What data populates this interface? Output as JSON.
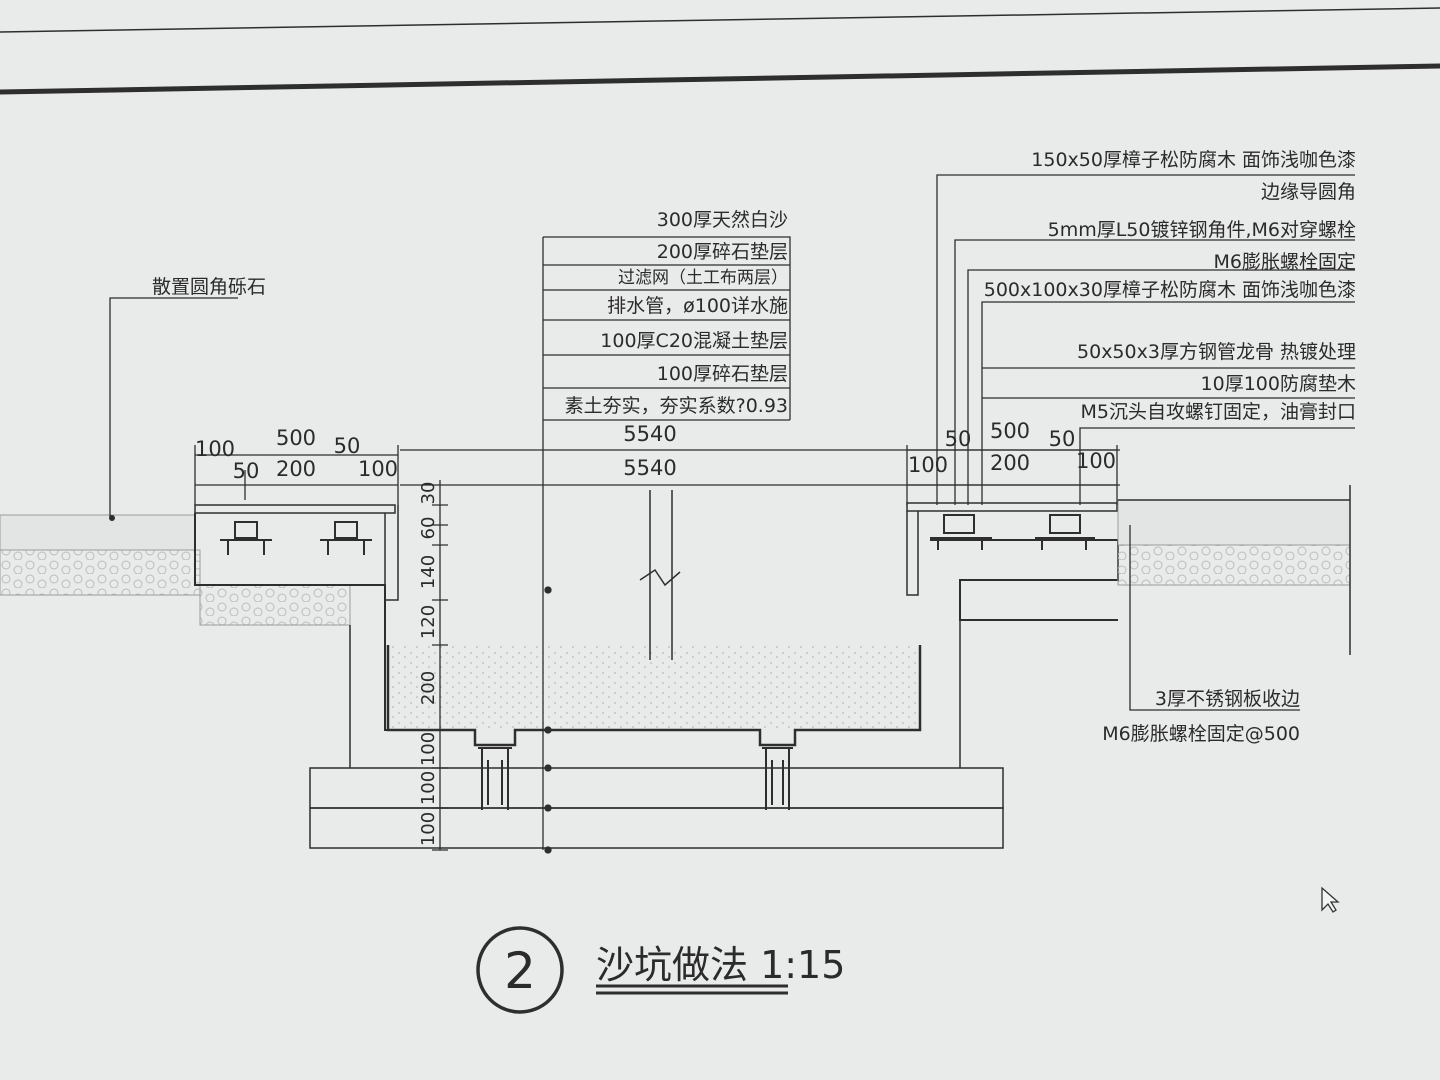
{
  "drawing": {
    "title_number": "2",
    "title_text": "沙坑做法 1:15"
  },
  "left_callout": "散置圆角砾石",
  "center_callouts": [
    "300厚天然白沙",
    "200厚碎石垫层",
    "过滤网（土工布两层）",
    "排水管，ø100详水施",
    "100厚C20混凝土垫层",
    "100厚碎石垫层",
    "素土夯实，夯实系数?0.93"
  ],
  "right_callouts": [
    "150x50厚樟子松防腐木 面饰浅咖色漆",
    "边缘导圆角",
    "5mm厚L50镀锌钢角件,M6对穿螺栓",
    "M6膨胀螺栓固定",
    "500x100x30厚樟子松防腐木 面饰浅咖色漆",
    "50x50x3厚方钢管龙骨 热镀处理",
    "10厚100防腐垫木",
    "M5沉头自攻螺钉固定，油膏封口"
  ],
  "right_bottom_callouts": [
    "3厚不锈钢板收边",
    "M6膨胀螺栓固定@500"
  ],
  "dimensions": {
    "overall_1": "5540",
    "overall_2": "5540",
    "left_top": [
      "100",
      "500",
      "50"
    ],
    "left_bottom": [
      "50",
      "200",
      "100"
    ],
    "right_top": [
      "50",
      "500",
      "50"
    ],
    "right_bottom": [
      "100",
      "200",
      "100"
    ],
    "vertical": [
      "30",
      "60",
      "140",
      "120",
      "200",
      "100",
      "100",
      "100"
    ]
  }
}
